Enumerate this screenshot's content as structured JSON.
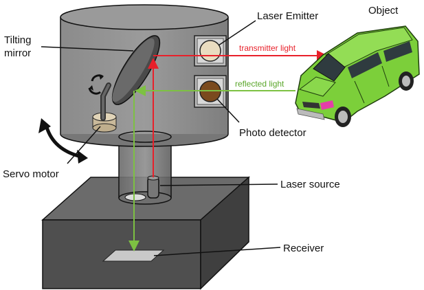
{
  "labels": {
    "tilting_mirror_line1": "Tilting",
    "tilting_mirror_line2": "mirror",
    "laser_emitter": "Laser Emitter",
    "object": "Object",
    "transmitter_light": "transmitter light",
    "reflected_light": "reflected light",
    "photo_detector": "Photo detector",
    "servo_motor": "Servo motor",
    "laser_source": "Laser source",
    "receiver": "Receiver"
  },
  "colors": {
    "transmitter_beam": "#e8202a",
    "reflected_beam": "#7dc142",
    "housing": "#8a8a8a",
    "base": "#5a5a5a",
    "car_body": "#7ccf3a",
    "emitter_lens": "#e9dcc0",
    "detector_lens": "#7a4a1e"
  },
  "icons": {
    "mirror_rotation": "rotate-arrows-icon",
    "servo_rotation": "curved-double-arrow-icon",
    "object": "car-icon"
  }
}
